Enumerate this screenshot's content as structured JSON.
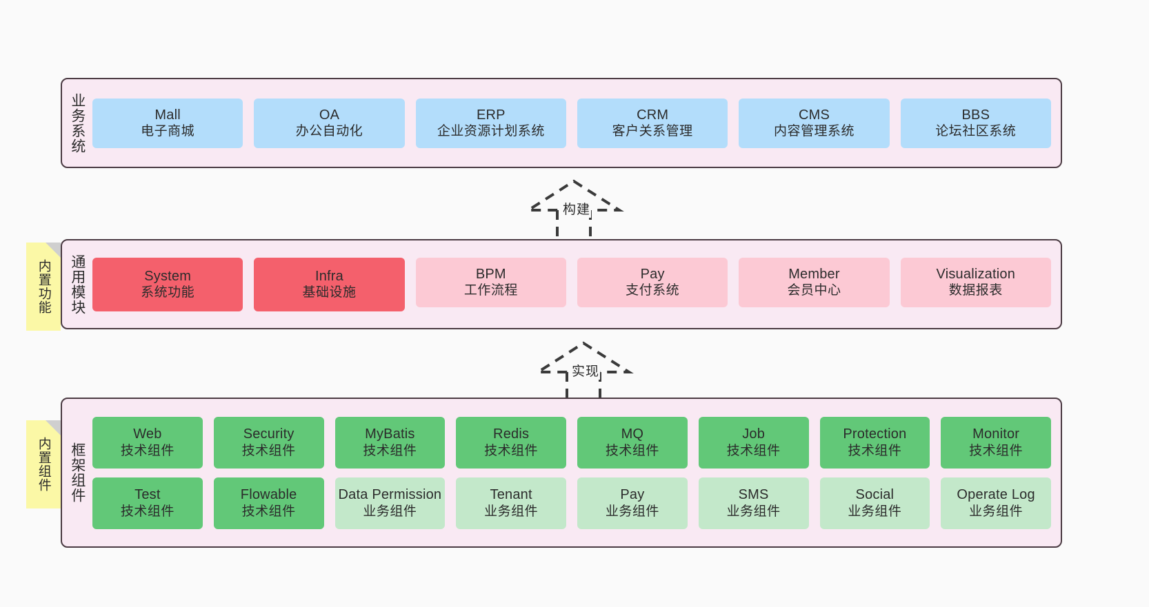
{
  "diagram": {
    "background": "#fafafa",
    "layer_fill": "#f9e9f3",
    "layer_border": "#4a3a42",
    "note_fill": "#fbf8a6",
    "colors": {
      "blue": "#b3ddfb",
      "red": "#f4606c",
      "pink": "#fcc9d4",
      "green": "#62c878",
      "light_green": "#c3e8ca"
    }
  },
  "layers": [
    {
      "id": "business-system",
      "label": "业务系统",
      "rows": [
        {
          "nodes": [
            {
              "en": "Mall",
              "cn": "电子商城",
              "color": "blue"
            },
            {
              "en": "OA",
              "cn": "办公自动化",
              "color": "blue"
            },
            {
              "en": "ERP",
              "cn": "企业资源计划系统",
              "color": "blue"
            },
            {
              "en": "CRM",
              "cn": "客户关系管理",
              "color": "blue"
            },
            {
              "en": "CMS",
              "cn": "内容管理系统",
              "color": "blue"
            },
            {
              "en": "BBS",
              "cn": "论坛社区系统",
              "color": "blue"
            }
          ]
        }
      ]
    },
    {
      "id": "common-module",
      "label": "通用模块",
      "note": "内置功能",
      "rows": [
        {
          "nodes": [
            {
              "en": "System",
              "cn": "系统功能",
              "color": "red"
            },
            {
              "en": "Infra",
              "cn": "基础设施",
              "color": "red"
            },
            {
              "en": "BPM",
              "cn": "工作流程",
              "color": "pink"
            },
            {
              "en": "Pay",
              "cn": "支付系统",
              "color": "pink"
            },
            {
              "en": "Member",
              "cn": "会员中心",
              "color": "pink"
            },
            {
              "en": "Visualization",
              "cn": "数据报表",
              "color": "pink"
            }
          ]
        }
      ]
    },
    {
      "id": "framework-component",
      "label": "框架组件",
      "note": "内置组件",
      "rows": [
        {
          "nodes": [
            {
              "en": "Web",
              "cn": "技术组件",
              "color": "green"
            },
            {
              "en": "Security",
              "cn": "技术组件",
              "color": "green"
            },
            {
              "en": "MyBatis",
              "cn": "技术组件",
              "color": "green"
            },
            {
              "en": "Redis",
              "cn": "技术组件",
              "color": "green"
            },
            {
              "en": "MQ",
              "cn": "技术组件",
              "color": "green"
            },
            {
              "en": "Job",
              "cn": "技术组件",
              "color": "green"
            },
            {
              "en": "Protection",
              "cn": "技术组件",
              "color": "green"
            },
            {
              "en": "Monitor",
              "cn": "技术组件",
              "color": "green"
            }
          ]
        },
        {
          "nodes": [
            {
              "en": "Test",
              "cn": "技术组件",
              "color": "green"
            },
            {
              "en": "Flowable",
              "cn": "技术组件",
              "color": "green"
            },
            {
              "en": "Data Permission",
              "cn": "业务组件",
              "color": "light_green"
            },
            {
              "en": "Tenant",
              "cn": "业务组件",
              "color": "light_green"
            },
            {
              "en": "Pay",
              "cn": "业务组件",
              "color": "light_green"
            },
            {
              "en": "SMS",
              "cn": "业务组件",
              "color": "light_green"
            },
            {
              "en": "Social",
              "cn": "业务组件",
              "color": "light_green"
            },
            {
              "en": "Operate Log",
              "cn": "业务组件",
              "color": "light_green"
            }
          ]
        }
      ]
    }
  ],
  "connectors": [
    {
      "id": "build",
      "label": "构建",
      "from": "common-module",
      "to": "business-system"
    },
    {
      "id": "implement",
      "label": "实现",
      "from": "framework-component",
      "to": "common-module"
    }
  ]
}
